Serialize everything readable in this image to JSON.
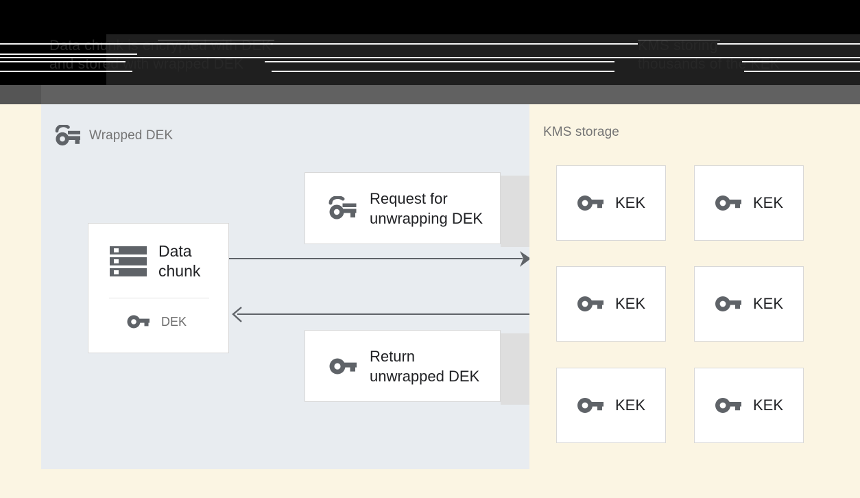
{
  "chrome": {
    "headline_left": "Data chunk is encrypted with DEK\nand stored with wrapped DEK",
    "headline_right": "KMS storing\nthousands of the KEK"
  },
  "left_panel": {
    "title": "Wrapped DEK",
    "title_icon": "wrapped-key-icon",
    "background": "#e8ecf0",
    "data_chunk_card": {
      "icon": "server-stack-icon",
      "label": "Data\nchunk",
      "key_icon": "key-icon",
      "key_label": "DEK"
    },
    "messages": [
      {
        "id": "request",
        "icon": "wrapped-key-icon",
        "label": "Request for\nunwrapping DEK"
      },
      {
        "id": "return",
        "icon": "key-icon",
        "label": "Return\nunwrapped DEK"
      }
    ],
    "arrows": [
      {
        "id": "request-arrow",
        "direction": "right"
      },
      {
        "id": "return-arrow",
        "direction": "left"
      }
    ]
  },
  "right_panel": {
    "title": "KMS storage",
    "background": "#fbf5e3",
    "keks": [
      {
        "icon": "key-icon",
        "label": "KEK"
      },
      {
        "icon": "key-icon",
        "label": "KEK"
      },
      {
        "icon": "key-icon",
        "label": "KEK"
      },
      {
        "icon": "key-icon",
        "label": "KEK"
      },
      {
        "icon": "key-icon",
        "label": "KEK"
      },
      {
        "icon": "key-icon",
        "label": "KEK"
      }
    ]
  },
  "colors": {
    "panel_left": "#e8ecf0",
    "panel_right": "#fbf5e3",
    "card": "#ffffff",
    "card_border": "#d8d8d8",
    "icon_gray": "#5f6368",
    "text_dark": "#202124",
    "text_muted": "#757575",
    "shadow_band": "#dedede",
    "band_gray": "#616161",
    "band_black": "#000000"
  }
}
